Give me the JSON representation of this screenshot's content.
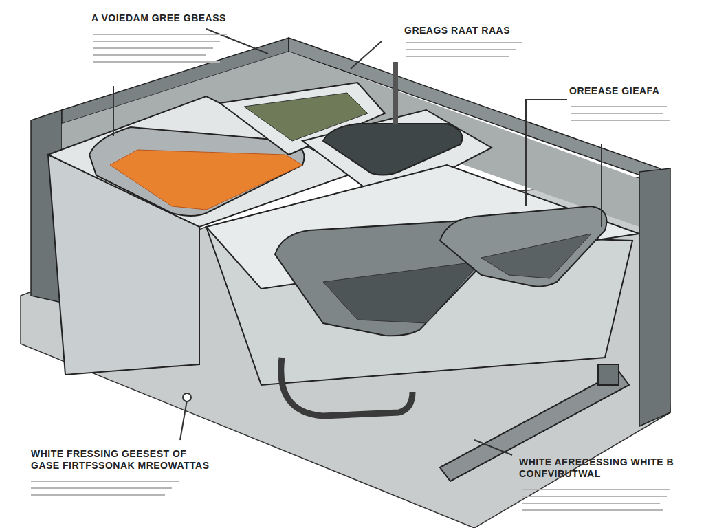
{
  "diagram": {
    "labels": [
      "A VOIEDAM GREE GBEASS",
      "GREAGS RAAT RAAS",
      "OREEASE GIEAFA",
      "WHITE FRESSING GEESEST OF GASE FIRTFSSONAK MREOWATTAS",
      "WHITE AFRECESSING WHITE B CONFVIRUTWAL"
    ]
  }
}
